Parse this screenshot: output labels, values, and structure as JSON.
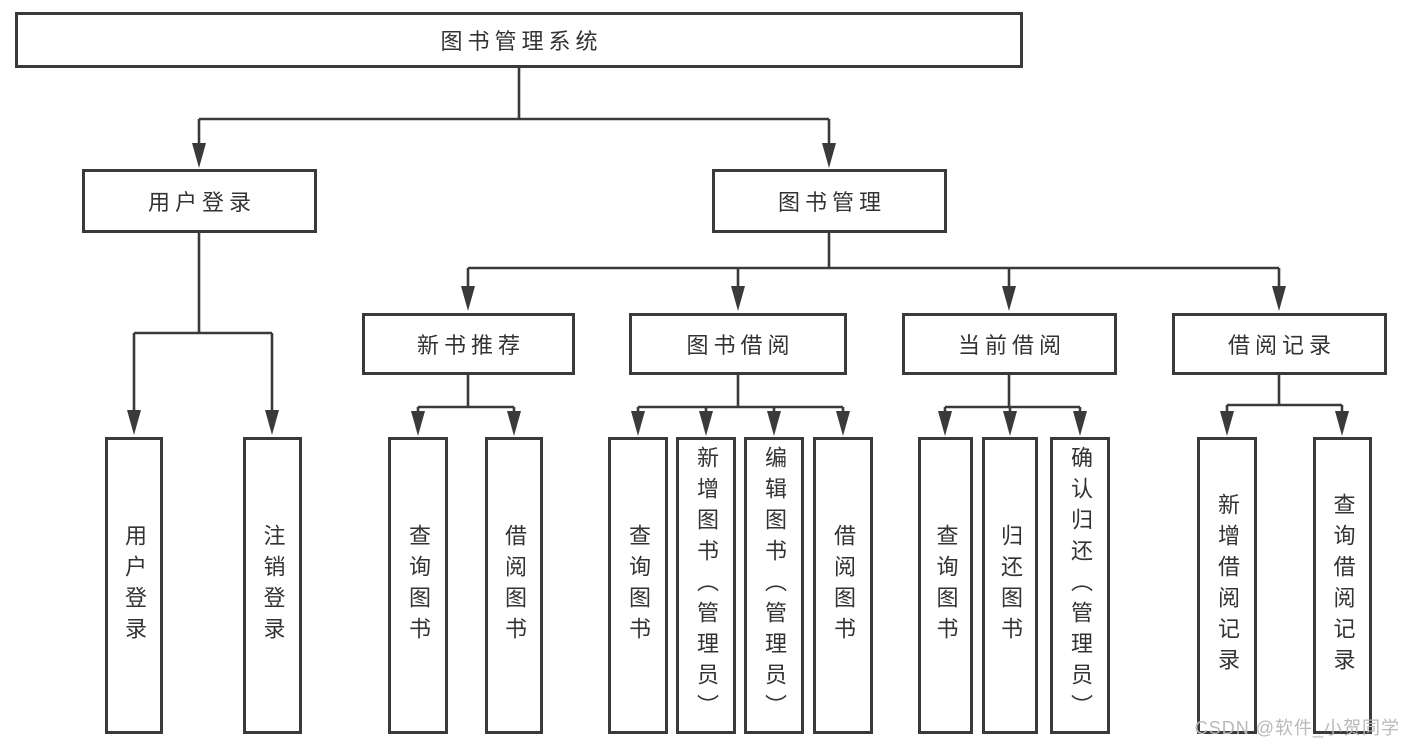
{
  "diagram": {
    "root": {
      "label": "图书管理系统"
    },
    "user_login": {
      "label": "用户登录",
      "leaves": [
        {
          "label": "用户登录"
        },
        {
          "label": "注销登录"
        }
      ]
    },
    "book_management": {
      "label": "图书管理",
      "groups": [
        {
          "label": "新书推荐",
          "leaves": [
            {
              "label": "查询图书"
            },
            {
              "label": "借阅图书"
            }
          ]
        },
        {
          "label": "图书借阅",
          "leaves": [
            {
              "label": "查询图书"
            },
            {
              "label": "新增图书（管理员）"
            },
            {
              "label": "编辑图书（管理员）"
            },
            {
              "label": "借阅图书"
            }
          ]
        },
        {
          "label": "当前借阅",
          "leaves": [
            {
              "label": "查询图书"
            },
            {
              "label": "归还图书"
            },
            {
              "label": "确认归还（管理员）"
            }
          ]
        },
        {
          "label": "借阅记录",
          "leaves": [
            {
              "label": "新增借阅记录"
            },
            {
              "label": "查询借阅记录"
            }
          ]
        }
      ]
    }
  },
  "watermark": {
    "text": "CSDN @软件_小贺同学"
  },
  "colors": {
    "box_border": "#3a3a3a",
    "connector_line": "#3a3a3a",
    "text": "#333333",
    "background": "#ffffff",
    "watermark": "#b9b9b9"
  }
}
